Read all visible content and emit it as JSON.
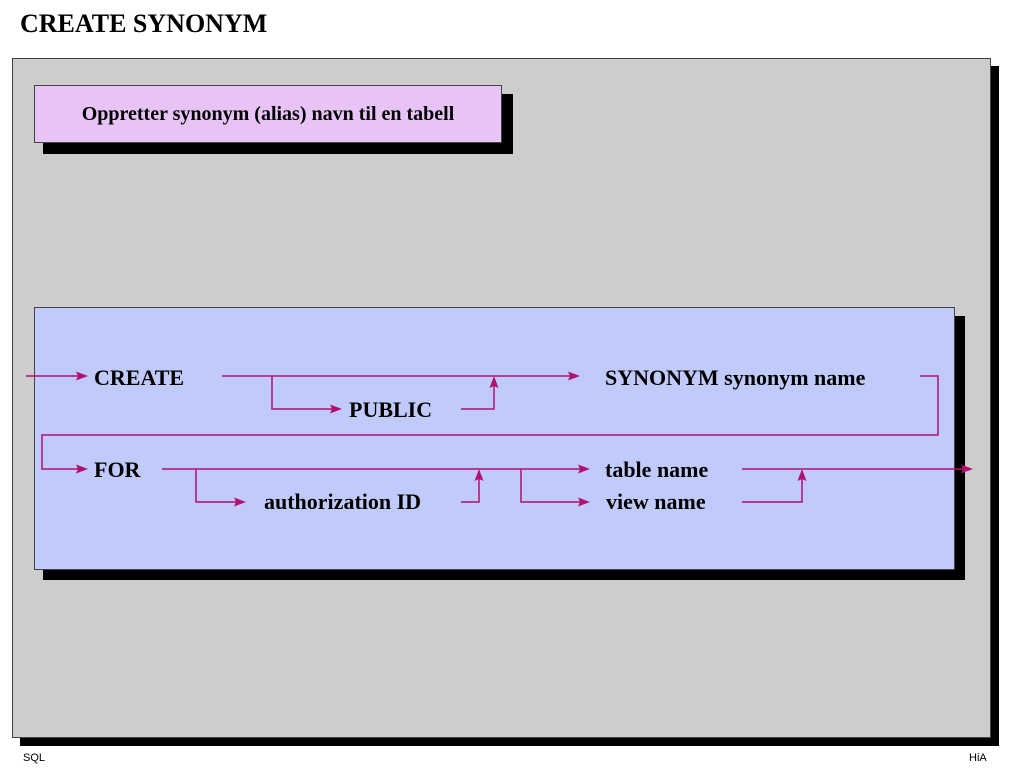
{
  "page": {
    "title": "CREATE SYNONYM"
  },
  "callout": {
    "text": "Oppretter synonym (alias) navn til en tabell"
  },
  "syntax_diagram": {
    "line1": {
      "create": "CREATE",
      "public": "PUBLIC",
      "synonym": "SYNONYM synonym name"
    },
    "line2": {
      "for": "FOR",
      "authorization": "authorization ID",
      "table_name": "table name",
      "view_name": "view name"
    },
    "colors": {
      "flow_line": "#b0106e",
      "diagram_background": "#c1cbfb",
      "callout_background": "#e8c4f6",
      "slide_background": "#cdcdcd"
    }
  },
  "footer": {
    "left": "SQL",
    "right": "HiA"
  }
}
